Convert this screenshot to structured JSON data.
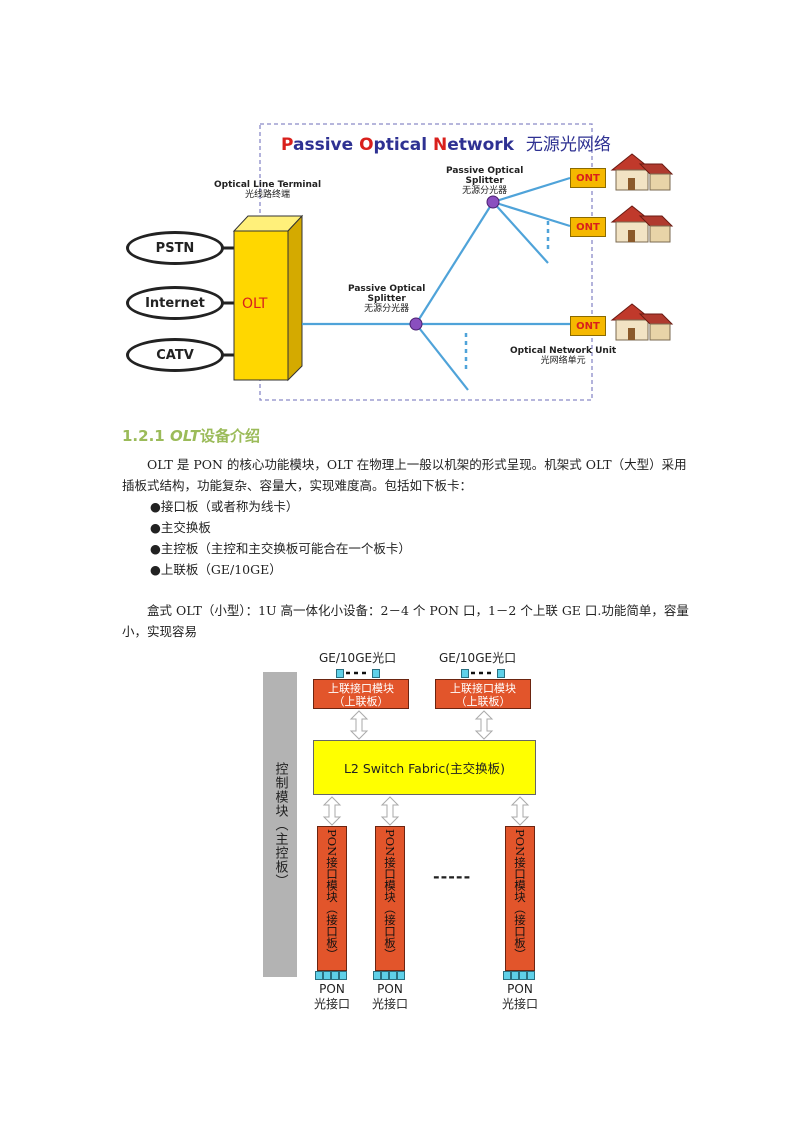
{
  "pon_diagram": {
    "title_passive": "Passive",
    "title_optical": "Optical",
    "title_network": "Network",
    "title_cn": "无源光网络",
    "olt_en": "Optical Line Terminal",
    "olt_cn": "光线路终端",
    "olt_box_label": "OLT",
    "services": [
      "PSTN",
      "Internet",
      "CATV"
    ],
    "splitter_top_en_1": "Passive Optical",
    "splitter_top_en_2": "Splitter",
    "splitter_top_cn": "无源分光器",
    "splitter_mid_en_1": "Passive Optical",
    "splitter_mid_en_2": "Splitter",
    "splitter_mid_cn": "无源分光器",
    "ont_label": "ONT",
    "onu_en": "Optical Network Unit",
    "onu_cn": "光网络单元",
    "colors": {
      "fiber": "#4fa3d9",
      "olt_box": "#ffd700",
      "ont": "#f5b800",
      "splitter": "#8a4fbf",
      "accent_red": "#d9201c",
      "title_blue": "#2e3192"
    }
  },
  "section": {
    "heading_num": "1.2.1",
    "heading_olt": "OLT",
    "heading_text": "设备介绍",
    "para1": "OLT 是 PON 的核心功能模块，OLT 在物理上一般以机架的形式呈现。机架式 OLT（大型）采用插板式结构，功能复杂、容量大，实现难度高。包括如下板卡：",
    "bullets": [
      "●接口板（或者称为线卡）",
      "●主交换板",
      "●主控板（主控和主交换板可能合在一个板卡）",
      "●上联板（GE/10GE）"
    ],
    "para2": "盒式 OLT（小型）：1U 高一体化小设备：2－4 个 PON 口，1－2 个上联 GE 口.功能简单，容量小，实现容易"
  },
  "box_diagram": {
    "control_module": "控制模块（主控板）",
    "ge_port_label": "GE/10GE光口",
    "uplink_module_1": "上联接口模块",
    "uplink_module_2": "（上联板）",
    "switch_fabric": "L2 Switch Fabric(主交换板)",
    "pon_module": "PON接口模块（接口板）",
    "pon_port_1": "PON",
    "pon_port_2": "光接口",
    "ellipsis": "-----",
    "colors": {
      "module": "#e2552b",
      "fabric": "#ffff00",
      "control": "#b3b3b3",
      "port": "#5fd0e8"
    }
  }
}
